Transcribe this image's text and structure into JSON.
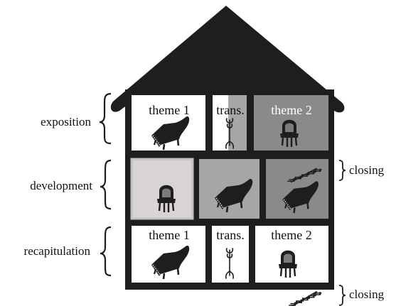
{
  "sections": {
    "exposition": "exposition",
    "development": "development",
    "recapitulation": "recapitulation"
  },
  "closing_labels": {
    "development": "closing",
    "recapitulation": "closing"
  },
  "rooms": {
    "exposition": {
      "theme1": "theme 1",
      "transition": "trans.",
      "theme2": "theme 2"
    },
    "recapitulation": {
      "theme1": "theme 1",
      "transition": "trans.",
      "theme2": "theme 2"
    }
  },
  "icons": {
    "piano": "grand-piano-icon",
    "chair": "chair-icon",
    "coat_rack": "coat-rack-icon",
    "stairs": "stairs-icon"
  },
  "colors": {
    "house": "#1e1e1e",
    "room_white": "#ffffff",
    "gray_dark": "#8a8a8a",
    "gray_mid": "#a6a6a6",
    "gray_light": "#d8d4d4",
    "gray_light_border": "#c3c0c0"
  }
}
